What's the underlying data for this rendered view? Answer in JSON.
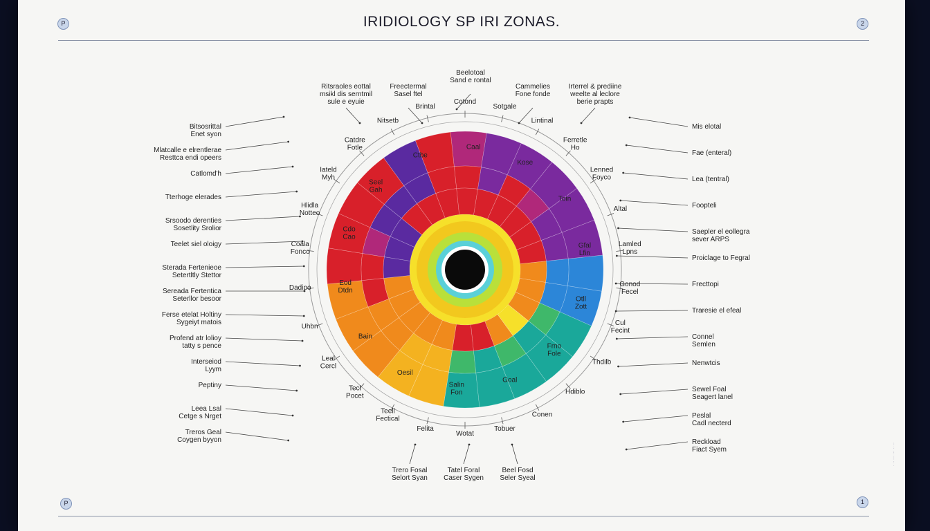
{
  "title": "IRIDIOLOGY SP IRI ZONAS.",
  "corner_marks": {
    "top_left": "P",
    "top_right": "2",
    "bottom_left": "P",
    "bottom_right": "1"
  },
  "side_note": "·· ·· ··· ··· ·· ·",
  "colors": {
    "pupil": "#0a0a0a",
    "red": "#d8202a",
    "magenta": "#b0287a",
    "purple": "#7a2a9e",
    "violet": "#5a2aa0",
    "orange": "#f08a1c",
    "amber": "#f4b220",
    "yellow": "#f6e02a",
    "green": "#3fb86a",
    "teal": "#1aa89a",
    "blue": "#2c86d8"
  },
  "ring_labels": [
    {
      "lines": [
        "Cotond"
      ]
    },
    {
      "lines": [
        "Sotgale"
      ]
    },
    {
      "lines": [
        "Lintinal"
      ]
    },
    {
      "lines": [
        "Ferretle",
        "Ho"
      ]
    },
    {
      "lines": [
        "Lenned",
        "Foyco"
      ]
    },
    {
      "lines": [
        "Altal"
      ]
    },
    {
      "lines": [
        "Lamled",
        "Lpns"
      ]
    },
    {
      "lines": [
        "Gonod",
        "Fecel"
      ]
    },
    {
      "lines": [
        "Cul",
        "Fecint"
      ]
    },
    {
      "lines": [
        "Thdilb"
      ]
    },
    {
      "lines": [
        "Hdiblo"
      ]
    },
    {
      "lines": [
        "Conen"
      ]
    },
    {
      "lines": [
        "Tobuer"
      ]
    },
    {
      "lines": [
        "Wotat"
      ]
    },
    {
      "lines": [
        "Felita"
      ]
    },
    {
      "lines": [
        "Teell",
        "Fectical"
      ]
    },
    {
      "lines": [
        "Tecl",
        "Pocet"
      ]
    },
    {
      "lines": [
        "Leal",
        "Cercl"
      ]
    },
    {
      "lines": [
        "Uhbn"
      ]
    },
    {
      "lines": [
        "Dadipo"
      ]
    },
    {
      "lines": [
        "Coala",
        "Fonco"
      ]
    },
    {
      "lines": [
        "Hlidla",
        "Notteo"
      ]
    },
    {
      "lines": [
        "Iateld",
        "Myh"
      ]
    },
    {
      "lines": [
        "Catdre",
        "Fotle"
      ]
    },
    {
      "lines": [
        "Nitsetb"
      ]
    },
    {
      "lines": [
        "Brintal"
      ]
    }
  ],
  "callouts_left": [
    {
      "lines": [
        "Bitsosrittal",
        "Enet syon"
      ]
    },
    {
      "lines": [
        "Mlatcalle e elrentlerae",
        "Resttca endi opeers"
      ]
    },
    {
      "lines": [
        "Catlomd'h"
      ]
    },
    {
      "lines": [
        "Tterhoge elerades"
      ]
    },
    {
      "lines": [
        "Srsoodo derenties",
        "Sosetlity Srolior"
      ]
    },
    {
      "lines": [
        "Teelet siel oloigy"
      ]
    },
    {
      "lines": [
        "Sterada Fertenieoe",
        "Setertltly Stettor"
      ]
    },
    {
      "lines": [
        "Sereada Fertentica",
        "Seterllor besoor"
      ]
    },
    {
      "lines": [
        "Ferse etelat Holtiny",
        "Sygeiyt matois"
      ]
    },
    {
      "lines": [
        "Profend atr lolioy",
        "tatty s pence"
      ]
    },
    {
      "lines": [
        "Interseiod",
        "Lyym"
      ]
    },
    {
      "lines": [
        "Peptiny"
      ]
    },
    {
      "lines": [
        "Leea Lsal",
        "Cetge s Nrget"
      ]
    },
    {
      "lines": [
        "Treros Geal",
        "Coygen byyon"
      ]
    }
  ],
  "callouts_top": [
    {
      "lines": [
        "Ritsraoles eottal",
        "msikl dis serntmil",
        "sule e eyuie"
      ]
    },
    {
      "lines": [
        "Freectermal",
        "Sasel ftel"
      ]
    },
    {
      "lines": [
        "Beelotoal",
        "Sand e rontal"
      ]
    },
    {
      "lines": [
        "Cammelies",
        "Fone fonde"
      ]
    },
    {
      "lines": [
        "Irterrel & prediine",
        "weelte al leclore",
        "berie prapts"
      ]
    }
  ],
  "callouts_right": [
    {
      "lines": [
        "Mis elotal"
      ]
    },
    {
      "lines": [
        "Fae (enteral)"
      ]
    },
    {
      "lines": [
        "Lea (tentral)"
      ]
    },
    {
      "lines": [
        "Foopteli"
      ]
    },
    {
      "lines": [
        "Saepler el eollegra",
        "sever ARPS"
      ]
    },
    {
      "lines": [
        "Proiclage to Fegral"
      ]
    },
    {
      "lines": [
        "Frecttopi"
      ]
    },
    {
      "lines": [
        "Traresie el efeal"
      ]
    },
    {
      "lines": [
        "Connel",
        "Semlen"
      ]
    },
    {
      "lines": [
        "Nenwtcis"
      ]
    },
    {
      "lines": [
        "Sewel Foal",
        "Seagert lanel"
      ]
    },
    {
      "lines": [
        "Peslal",
        "Cadl necterd"
      ]
    },
    {
      "lines": [
        "Reckload",
        "Fiact Syem"
      ]
    }
  ],
  "callouts_bottom": [
    {
      "lines": [
        "Trero Fosal",
        "Selort Syan"
      ]
    },
    {
      "lines": [
        "Tatel Foral",
        "Caser Sygen"
      ]
    },
    {
      "lines": [
        "Beel Fosd",
        "Seler Syeal"
      ]
    }
  ],
  "segment_labels": [
    {
      "lines": [
        "Caal"
      ]
    },
    {
      "lines": [
        "Kose"
      ]
    },
    {
      "lines": [
        "Toin"
      ]
    },
    {
      "lines": [
        "Gfal",
        "Lfin"
      ]
    },
    {
      "lines": [
        "Otll",
        "Zott"
      ]
    },
    {
      "lines": [
        "Frno",
        "Fole"
      ]
    },
    {
      "lines": [
        "Goal"
      ]
    },
    {
      "lines": [
        "Salin",
        "Fon"
      ]
    },
    {
      "lines": [
        "Oesil"
      ]
    },
    {
      "lines": [
        "Bain"
      ]
    },
    {
      "lines": [
        "Eod",
        "Dtdn"
      ]
    },
    {
      "lines": [
        "Cdo",
        "Cao"
      ]
    },
    {
      "lines": [
        "Seel",
        "Gah"
      ]
    },
    {
      "lines": [
        "Ctbe"
      ]
    }
  ]
}
